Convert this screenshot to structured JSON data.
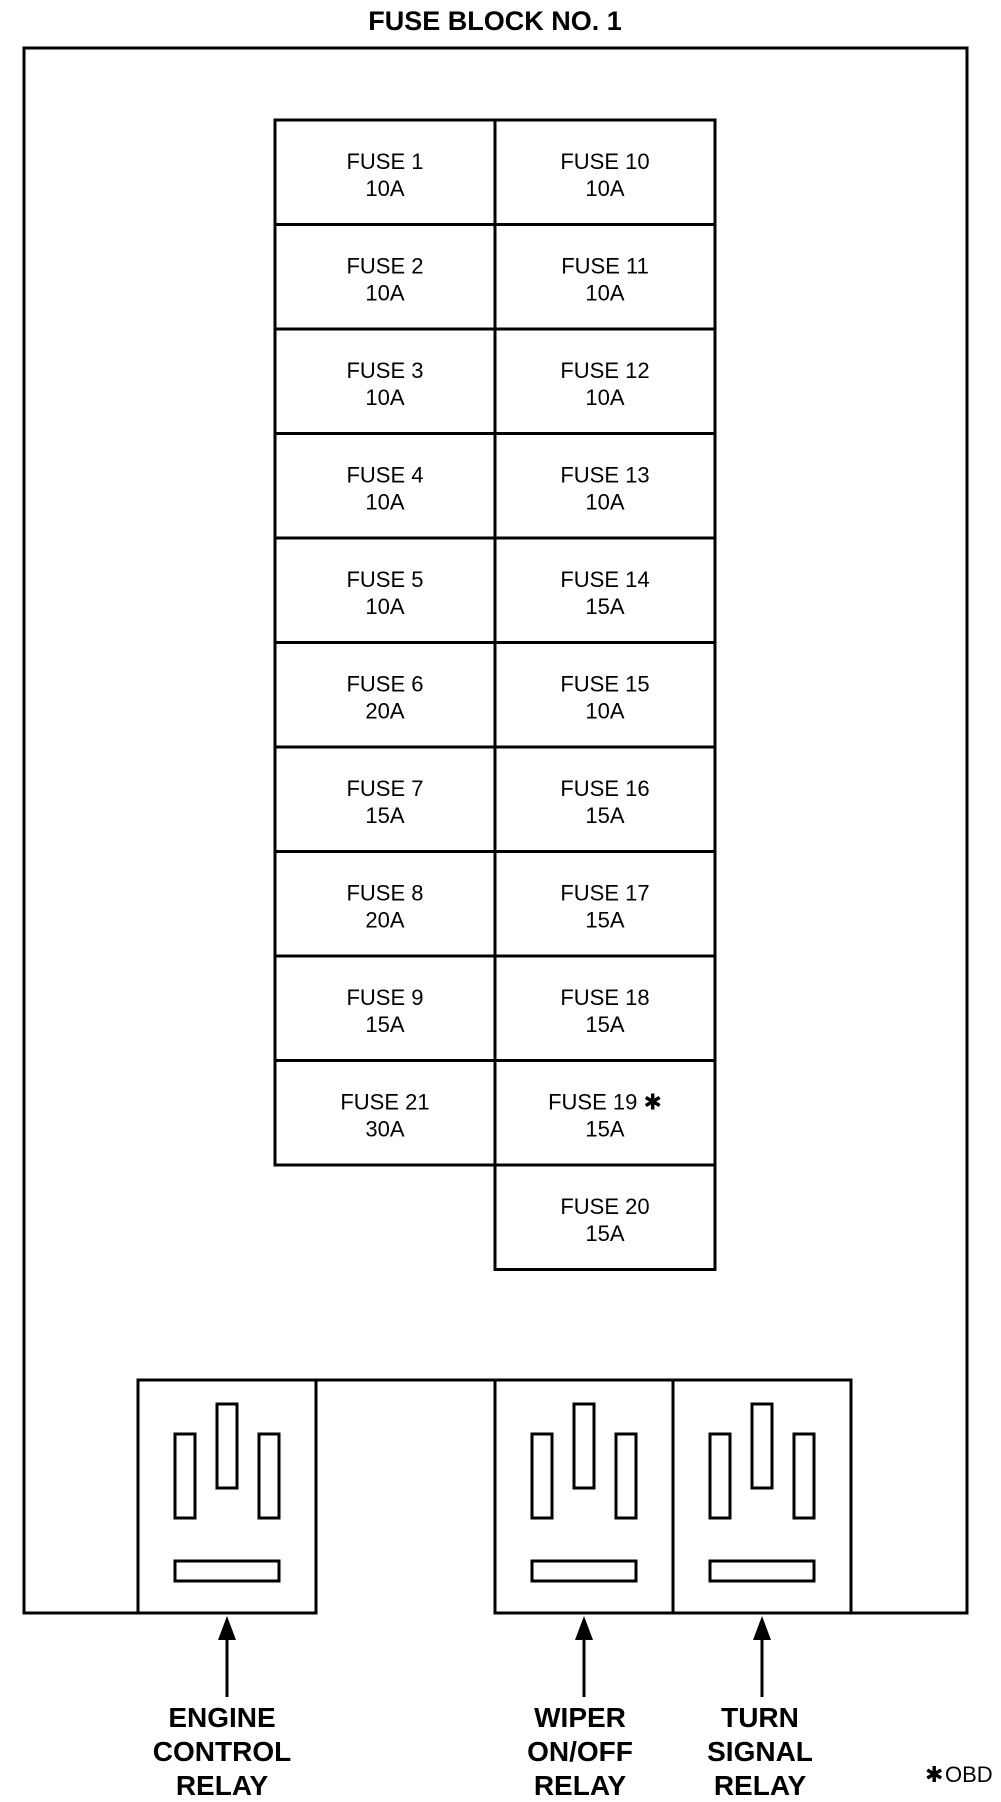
{
  "title": "FUSE BLOCK NO. 1",
  "colors": {
    "stroke": "#000000",
    "background": "#ffffff"
  },
  "fuses": {
    "left": [
      {
        "name": "FUSE 1",
        "rating": "10A"
      },
      {
        "name": "FUSE 2",
        "rating": "10A"
      },
      {
        "name": "FUSE 3",
        "rating": "10A"
      },
      {
        "name": "FUSE 4",
        "rating": "10A"
      },
      {
        "name": "FUSE 5",
        "rating": "10A"
      },
      {
        "name": "FUSE 6",
        "rating": "20A"
      },
      {
        "name": "FUSE 7",
        "rating": "15A"
      },
      {
        "name": "FUSE 8",
        "rating": "20A"
      },
      {
        "name": "FUSE 9",
        "rating": "15A"
      },
      {
        "name": "FUSE 21",
        "rating": "30A"
      }
    ],
    "right": [
      {
        "name": "FUSE 10",
        "rating": "10A"
      },
      {
        "name": "FUSE 11",
        "rating": "10A"
      },
      {
        "name": "FUSE 12",
        "rating": "10A"
      },
      {
        "name": "FUSE 13",
        "rating": "10A"
      },
      {
        "name": "FUSE 14",
        "rating": "15A"
      },
      {
        "name": "FUSE 15",
        "rating": "10A"
      },
      {
        "name": "FUSE 16",
        "rating": "15A"
      },
      {
        "name": "FUSE 17",
        "rating": "15A"
      },
      {
        "name": "FUSE 18",
        "rating": "15A"
      },
      {
        "name": "FUSE 19 ✱",
        "rating": "15A"
      },
      {
        "name": "FUSE 20",
        "rating": "15A"
      }
    ]
  },
  "relays": [
    {
      "id": "engine-control",
      "label_lines": [
        "ENGINE",
        "CONTROL",
        "RELAY"
      ]
    },
    {
      "id": "wiper-on-off",
      "label_lines": [
        "WIPER",
        "ON/OFF",
        "RELAY"
      ]
    },
    {
      "id": "turn-signal",
      "label_lines": [
        "TURN",
        "SIGNAL",
        "RELAY"
      ]
    }
  ],
  "legend": {
    "symbol": "✱",
    "text": "OBD"
  }
}
